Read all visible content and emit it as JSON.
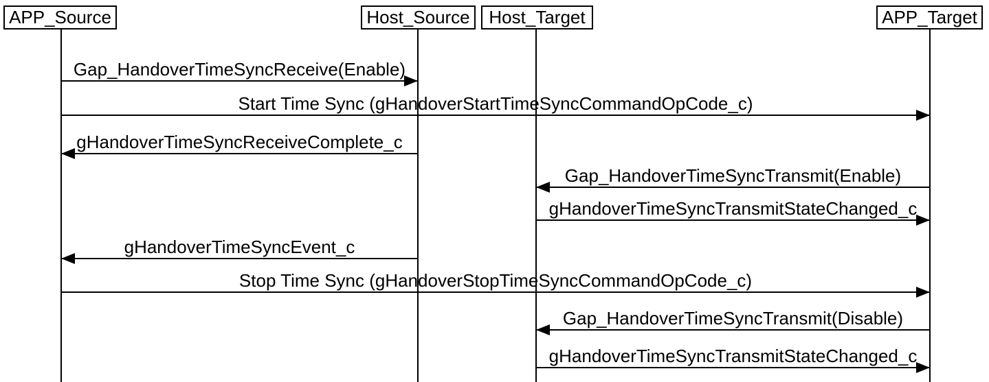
{
  "colors": {
    "ink": "#000000",
    "background": "#ffffff"
  },
  "actors": [
    {
      "id": "app-source",
      "label": "APP_Source"
    },
    {
      "id": "host-source",
      "label": "Host_Source"
    },
    {
      "id": "host-target",
      "label": "Host_Target"
    },
    {
      "id": "app-target",
      "label": "APP_Target"
    }
  ],
  "messages": [
    {
      "label": "Gap_HandoverTimeSyncReceive(Enable)",
      "from": "APP_Source",
      "to": "Host_Source",
      "direction": "right"
    },
    {
      "label": "Start Time Sync (gHandoverStartTimeSyncCommandOpCode_c)",
      "from": "APP_Source",
      "to": "APP_Target",
      "direction": "right"
    },
    {
      "label": "gHandoverTimeSyncReceiveComplete_c",
      "from": "Host_Source",
      "to": "APP_Source",
      "direction": "left"
    },
    {
      "label": "Gap_HandoverTimeSyncTransmit(Enable)",
      "from": "APP_Target",
      "to": "Host_Target",
      "direction": "left"
    },
    {
      "label": "gHandoverTimeSyncTransmitStateChanged_c",
      "from": "Host_Target",
      "to": "APP_Target",
      "direction": "right"
    },
    {
      "label": "gHandoverTimeSyncEvent_c",
      "from": "Host_Source",
      "to": "APP_Source",
      "direction": "left"
    },
    {
      "label": "Stop Time Sync (gHandoverStopTimeSyncCommandOpCode_c)",
      "from": "APP_Source",
      "to": "APP_Target",
      "direction": "right"
    },
    {
      "label": "Gap_HandoverTimeSyncTransmit(Disable)",
      "from": "APP_Target",
      "to": "Host_Target",
      "direction": "left"
    },
    {
      "label": "gHandoverTimeSyncTransmitStateChanged_c",
      "from": "Host_Target",
      "to": "APP_Target",
      "direction": "right"
    }
  ]
}
